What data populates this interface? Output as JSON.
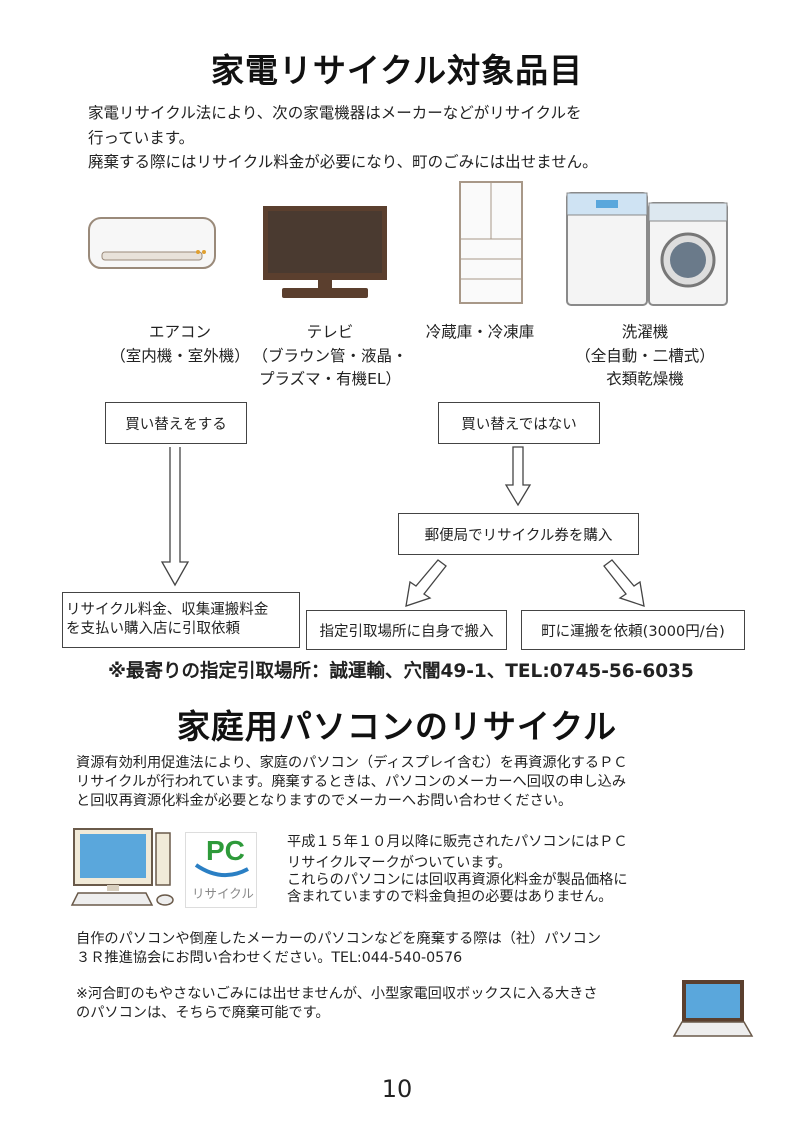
{
  "appliance_section": {
    "title": "家電リサイクル対象品目",
    "intro": [
      "家電リサイクル法により、次の家電機器はメーカーなどがリサイクルを",
      "行っています。",
      "廃棄する際にはリサイクル料金が必要になり、町のごみには出せません。"
    ],
    "items": [
      {
        "icon": "air-conditioner",
        "lines": [
          "エアコン",
          "（室内機・室外機）"
        ]
      },
      {
        "icon": "television",
        "lines": [
          "テレビ",
          "（ブラウン管・液晶・",
          "プラズマ・有機EL）"
        ]
      },
      {
        "icon": "refrigerator",
        "lines": [
          "冷蔵庫・冷凍庫"
        ]
      },
      {
        "icon": "washing-machine",
        "lines": [
          "洗濯機",
          "（全自動・二槽式）",
          "衣類乾燥機"
        ]
      }
    ],
    "flow": {
      "replace": "買い替えをする",
      "not_replace": "買い替えではない",
      "post_office": "郵便局でリサイクル券を購入",
      "store": [
        "リサイクル料金、収集運搬料金",
        "を支払い購入店に引取依頼"
      ],
      "self": "指定引取場所に自身で搬入",
      "town": "町に運搬を依頼(3000円/台)"
    },
    "nearest": "※最寄りの指定引取場所：誠運輸、穴闇49-1、TEL:0745-56-6035"
  },
  "pc_section": {
    "title": "家庭用パソコンのリサイクル",
    "para1": [
      "資源有効利用促進法により、家庭のパソコン（ディスプレイ含む）を再資源化するＰＣ",
      "リサイクルが行われています。廃棄するときは、パソコンのメーカーへ回収の申し込み",
      "と回収再資源化料金が必要となりますのでメーカーへお問い合わせください。"
    ],
    "mark_logo": {
      "pc": "PC",
      "text": "リサイクル"
    },
    "mark_text": [
      "平成１５年１０月以降に販売されたパソコンにはＰＣ",
      "リサイクルマークがついています。",
      "これらのパソコンには回収再資源化料金が製品価格に",
      "含まれていますので料金負担の必要はありません。"
    ],
    "para2": [
      "自作のパソコンや倒産したメーカーのパソコンなどを廃棄する際は（社）パソコン",
      "３Ｒ推進協会にお問い合わせください。TEL:044-540-0576"
    ],
    "para3": [
      "※河合町のもやさないごみには出せませんが、小型家電回収ボックスに入る大きさ",
      "のパソコンは、そちらで廃棄可能です。"
    ]
  },
  "page_number": "10",
  "colors": {
    "pc_green": "#2e9a3a",
    "pc_blue": "#2a7fc4",
    "screen": "#5aa7dc",
    "tv": "#5b3f2e"
  }
}
